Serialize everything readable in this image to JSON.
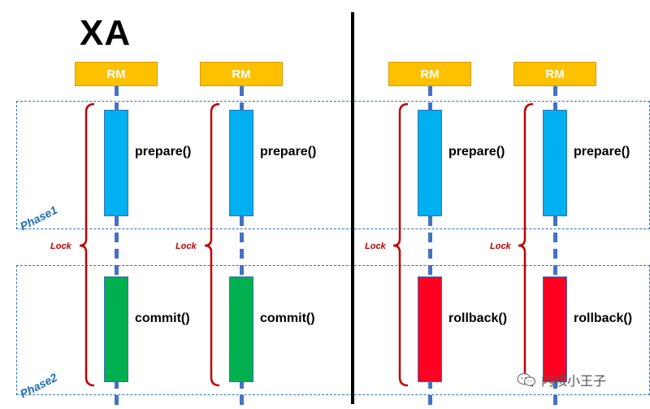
{
  "diagram": {
    "title": "XA",
    "phases": [
      {
        "label": "Phase1"
      },
      {
        "label": "Phase2"
      }
    ],
    "lanes": [
      {
        "rm": "RM",
        "op1": "prepare()",
        "op2": "commit()",
        "lock": "Lock",
        "op2_kind": "commit"
      },
      {
        "rm": "RM",
        "op1": "prepare()",
        "op2": "commit()",
        "lock": "Lock",
        "op2_kind": "commit"
      },
      {
        "rm": "RM",
        "op1": "prepare()",
        "op2": "rollback()",
        "lock": "Lock",
        "op2_kind": "rollback"
      },
      {
        "rm": "RM",
        "op1": "prepare()",
        "op2": "rollback()",
        "lock": "Lock",
        "op2_kind": "rollback"
      }
    ],
    "colors": {
      "rm_box": "#ffc000",
      "prepare": "#00b0f0",
      "commit": "#00b050",
      "rollback": "#ff0022",
      "lock_brace": "#c00000",
      "lifeline": "#4472c4",
      "phase_border": "#2e75b6"
    }
  },
  "watermark": {
    "text": "内核小王子",
    "icon": "wechat-icon"
  }
}
